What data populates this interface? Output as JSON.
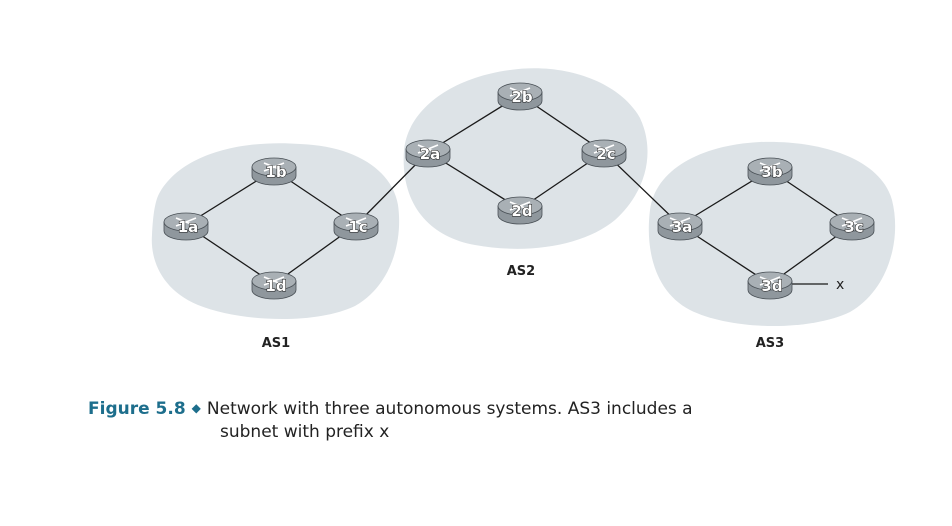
{
  "autonomous_systems": [
    {
      "id": "AS1",
      "label": "AS1"
    },
    {
      "id": "AS2",
      "label": "AS2"
    },
    {
      "id": "AS3",
      "label": "AS3"
    }
  ],
  "routers": [
    {
      "id": "1a",
      "label": "1a"
    },
    {
      "id": "1b",
      "label": "1b"
    },
    {
      "id": "1c",
      "label": "1c"
    },
    {
      "id": "1d",
      "label": "1d"
    },
    {
      "id": "2a",
      "label": "2a"
    },
    {
      "id": "2b",
      "label": "2b"
    },
    {
      "id": "2c",
      "label": "2c"
    },
    {
      "id": "2d",
      "label": "2d"
    },
    {
      "id": "3a",
      "label": "3a"
    },
    {
      "id": "3b",
      "label": "3b"
    },
    {
      "id": "3c",
      "label": "3c"
    },
    {
      "id": "3d",
      "label": "3d"
    }
  ],
  "links": [
    [
      "1a",
      "1b"
    ],
    [
      "1b",
      "1c"
    ],
    [
      "1c",
      "1d"
    ],
    [
      "1d",
      "1a"
    ],
    [
      "1c",
      "2a"
    ],
    [
      "2a",
      "2b"
    ],
    [
      "2b",
      "2c"
    ],
    [
      "2c",
      "2d"
    ],
    [
      "2d",
      "2a"
    ],
    [
      "2c",
      "3a"
    ],
    [
      "3a",
      "3b"
    ],
    [
      "3b",
      "3c"
    ],
    [
      "3c",
      "3d"
    ],
    [
      "3d",
      "3a"
    ]
  ],
  "subnet": {
    "router": "3d",
    "label": "x"
  },
  "caption": {
    "figure_label": "Figure 5.8",
    "line1": "Network with three autonomous systems. AS3 includes a",
    "line2": "subnet with prefix x"
  },
  "colors": {
    "as_cloud": "#dde3e7",
    "router_body": "#8f979d",
    "router_top": "#a9b0b5",
    "link": "#1a1a1a",
    "figure_label": "#1d6e8c"
  }
}
